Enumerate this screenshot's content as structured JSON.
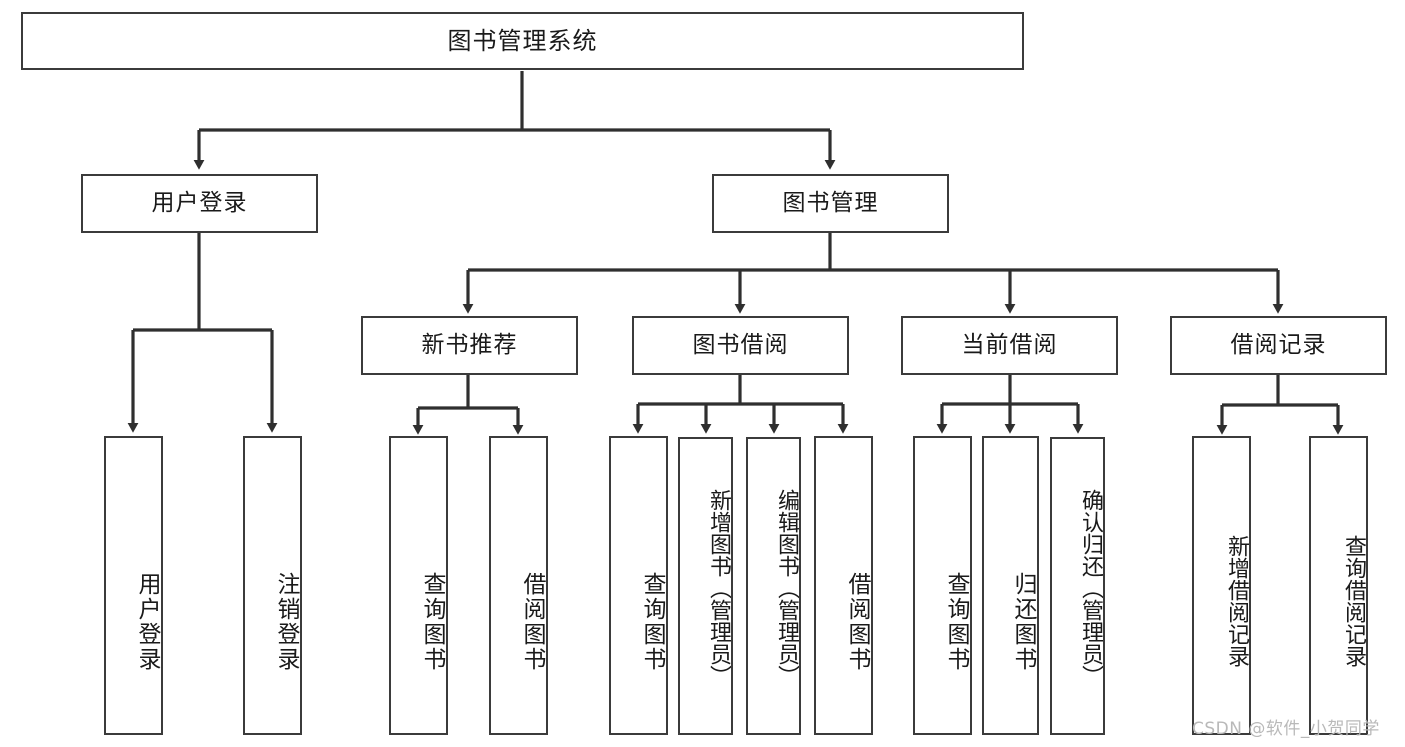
{
  "diagram": {
    "title": "图书管理系统",
    "type": "tree",
    "orientation": "top-down",
    "colors": {
      "box_border": "#3b3b3b",
      "box_fill": "#ffffff",
      "connector": "#2f2f2f",
      "text": "#1a1a1a",
      "watermark": "#b9b9b9",
      "background": "#ffffff"
    }
  },
  "nodes": {
    "root": {
      "label": "图书管理系统"
    },
    "level2": [
      {
        "id": "user-login",
        "label": "用户登录"
      },
      {
        "id": "book-manage",
        "label": "图书管理"
      }
    ],
    "level3": [
      {
        "id": "new-book-rec",
        "label": "新书推荐",
        "parent": "book-manage"
      },
      {
        "id": "book-borrow",
        "label": "图书借阅",
        "parent": "book-manage"
      },
      {
        "id": "current-borrow",
        "label": "当前借阅",
        "parent": "book-manage"
      },
      {
        "id": "borrow-record",
        "label": "借阅记录",
        "parent": "book-manage"
      }
    ],
    "leaves": {
      "user-login": [
        {
          "id": "leaf-user-login",
          "label": "用户登录"
        },
        {
          "id": "leaf-logout",
          "label": "注销登录"
        }
      ],
      "new-book-rec": [
        {
          "id": "leaf-query-book-1",
          "label": "查询图书"
        },
        {
          "id": "leaf-borrow-book-1",
          "label": "借阅图书"
        }
      ],
      "book-borrow": [
        {
          "id": "leaf-query-book-2",
          "label": "查询图书"
        },
        {
          "id": "leaf-add-book",
          "label": "新增图书（管理员）"
        },
        {
          "id": "leaf-edit-book",
          "label": "编辑图书（管理员）"
        },
        {
          "id": "leaf-borrow-book-2",
          "label": "借阅图书"
        }
      ],
      "current-borrow": [
        {
          "id": "leaf-query-book-3",
          "label": "查询图书"
        },
        {
          "id": "leaf-return-book",
          "label": "归还图书"
        },
        {
          "id": "leaf-confirm-return",
          "label": "确认归还（管理员）"
        }
      ],
      "borrow-record": [
        {
          "id": "leaf-add-record",
          "label": "新增借阅记录"
        },
        {
          "id": "leaf-query-record",
          "label": "查询借阅记录"
        }
      ]
    }
  },
  "watermark": {
    "text": "CSDN @软件_小贺同学"
  }
}
